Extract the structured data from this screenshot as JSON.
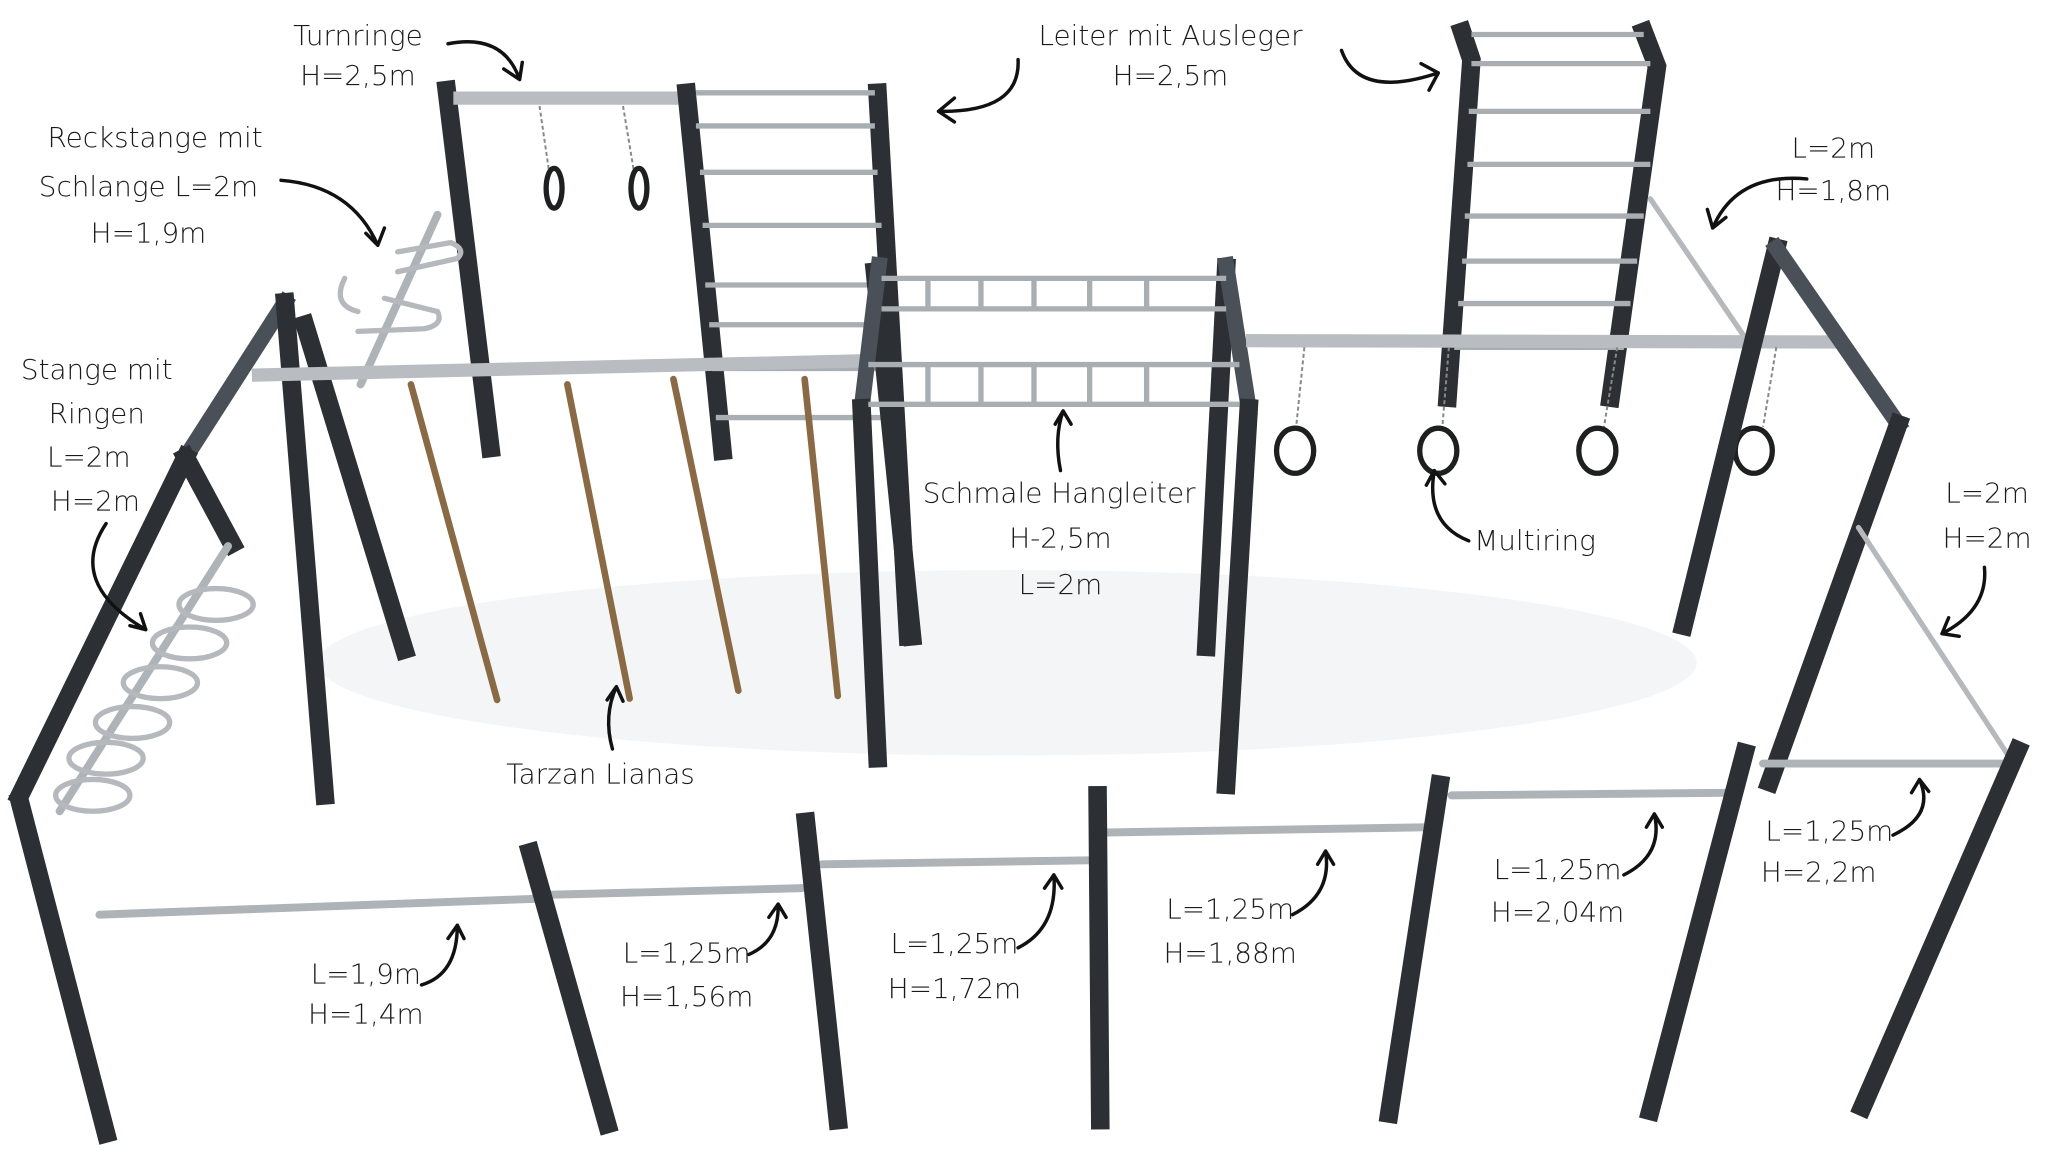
{
  "labels": {
    "turnringe": {
      "name": "Turnringe",
      "height": "H=2,5m"
    },
    "leiter": {
      "name": "Leiter mit Ausleger",
      "height": "H=2,5m"
    },
    "reckstange": {
      "line1": "Reckstange mit",
      "line2": "Schlange L=2m",
      "height": "H=1,9m"
    },
    "stange_ringe": {
      "line1": "Stange mit",
      "line2": "Ringen",
      "length": "L=2m",
      "height": "H=2m"
    },
    "schraeg_top": {
      "length": "L=2m",
      "height": "H=1,8m"
    },
    "hangleiter": {
      "name": "Schmale Hangleiter",
      "height": "H-2,5m",
      "length": "L=2m"
    },
    "multiring": {
      "name": "Multiring"
    },
    "schraeg_right": {
      "length": "L=2m",
      "height": "H=2m"
    },
    "tarzan": {
      "name": "Tarzan Lianas"
    },
    "pullup_bars": [
      {
        "length": "L=1,9m",
        "height": "H=1,4m"
      },
      {
        "length": "L=1,25m",
        "height": "H=1,56m"
      },
      {
        "length": "L=1,25m",
        "height": "H=1,72m"
      },
      {
        "length": "L=1,25m",
        "height": "H=1,88m"
      },
      {
        "length": "L=1,25m",
        "height": "H=2,04m"
      },
      {
        "length": "L=1,25m",
        "height": "H=2,2m"
      }
    ]
  }
}
